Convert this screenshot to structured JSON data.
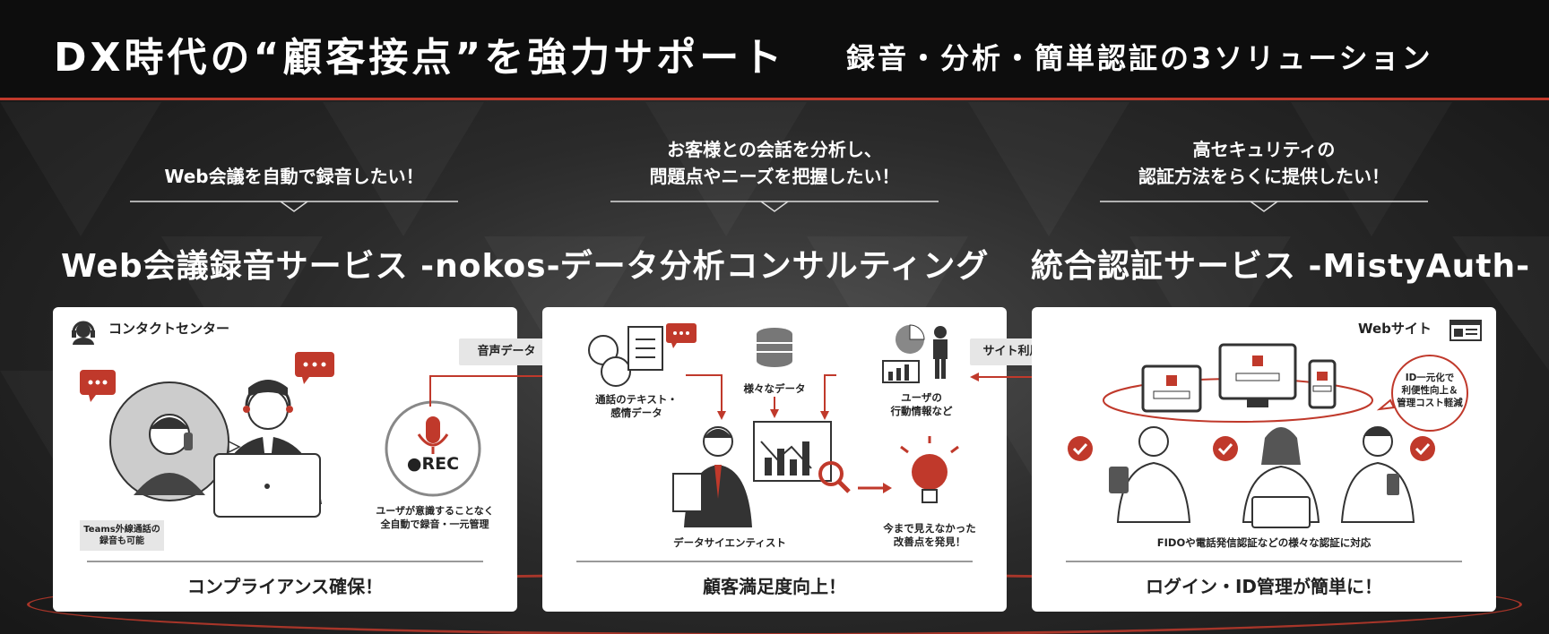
{
  "header": {
    "title_main": "DX時代の“顧客接点”を強力サポート",
    "title_sub": "録音・分析・簡単認証の3ソリューション"
  },
  "columns": [
    {
      "need_lines": [
        "Web会議を自動で録音したい！"
      ],
      "service": "Web会議録音サービス -nokos-",
      "card_label": "コンタクトセンター",
      "note_badge": "Teams外線通話の\n録音も可能",
      "rec_label": "●REC",
      "caption": "ユーザが意識することなく\n全自動で録音・一元管理",
      "footer": "コンプライアンス確保！"
    },
    {
      "need_lines": [
        "お客様との会話を分析し、",
        "問題点やニーズを把握したい！"
      ],
      "service": "データ分析コンサルティング",
      "text_data_label": "通話のテキスト・\n感情データ",
      "various_data_label": "様々なデータ",
      "behavior_label": "ユーザの\n行動情報など",
      "scientist_label": "データサイエンティスト",
      "discovery_label": "今まで見えなかった\n改善点を発見！",
      "footer": "顧客満足度向上！"
    },
    {
      "need_lines": [
        "高セキュリティの",
        "認証方法をらくに提供したい！"
      ],
      "service": "統合認証サービス -MistyAuth-",
      "card_label": "Webサイト",
      "id_bubble": "ID一元化で\n利便性向上＆\n管理コスト軽減",
      "caption": "FIDOや電話発信認証などの様々な認証に対応",
      "footer": "ログイン・ID管理が簡単に！"
    }
  ],
  "connectors": {
    "voice_data": "音声データ",
    "site_usage": "サイト利用状況収集"
  },
  "colors": {
    "accent": "#c0392b",
    "dark": "#0d0d0d"
  }
}
